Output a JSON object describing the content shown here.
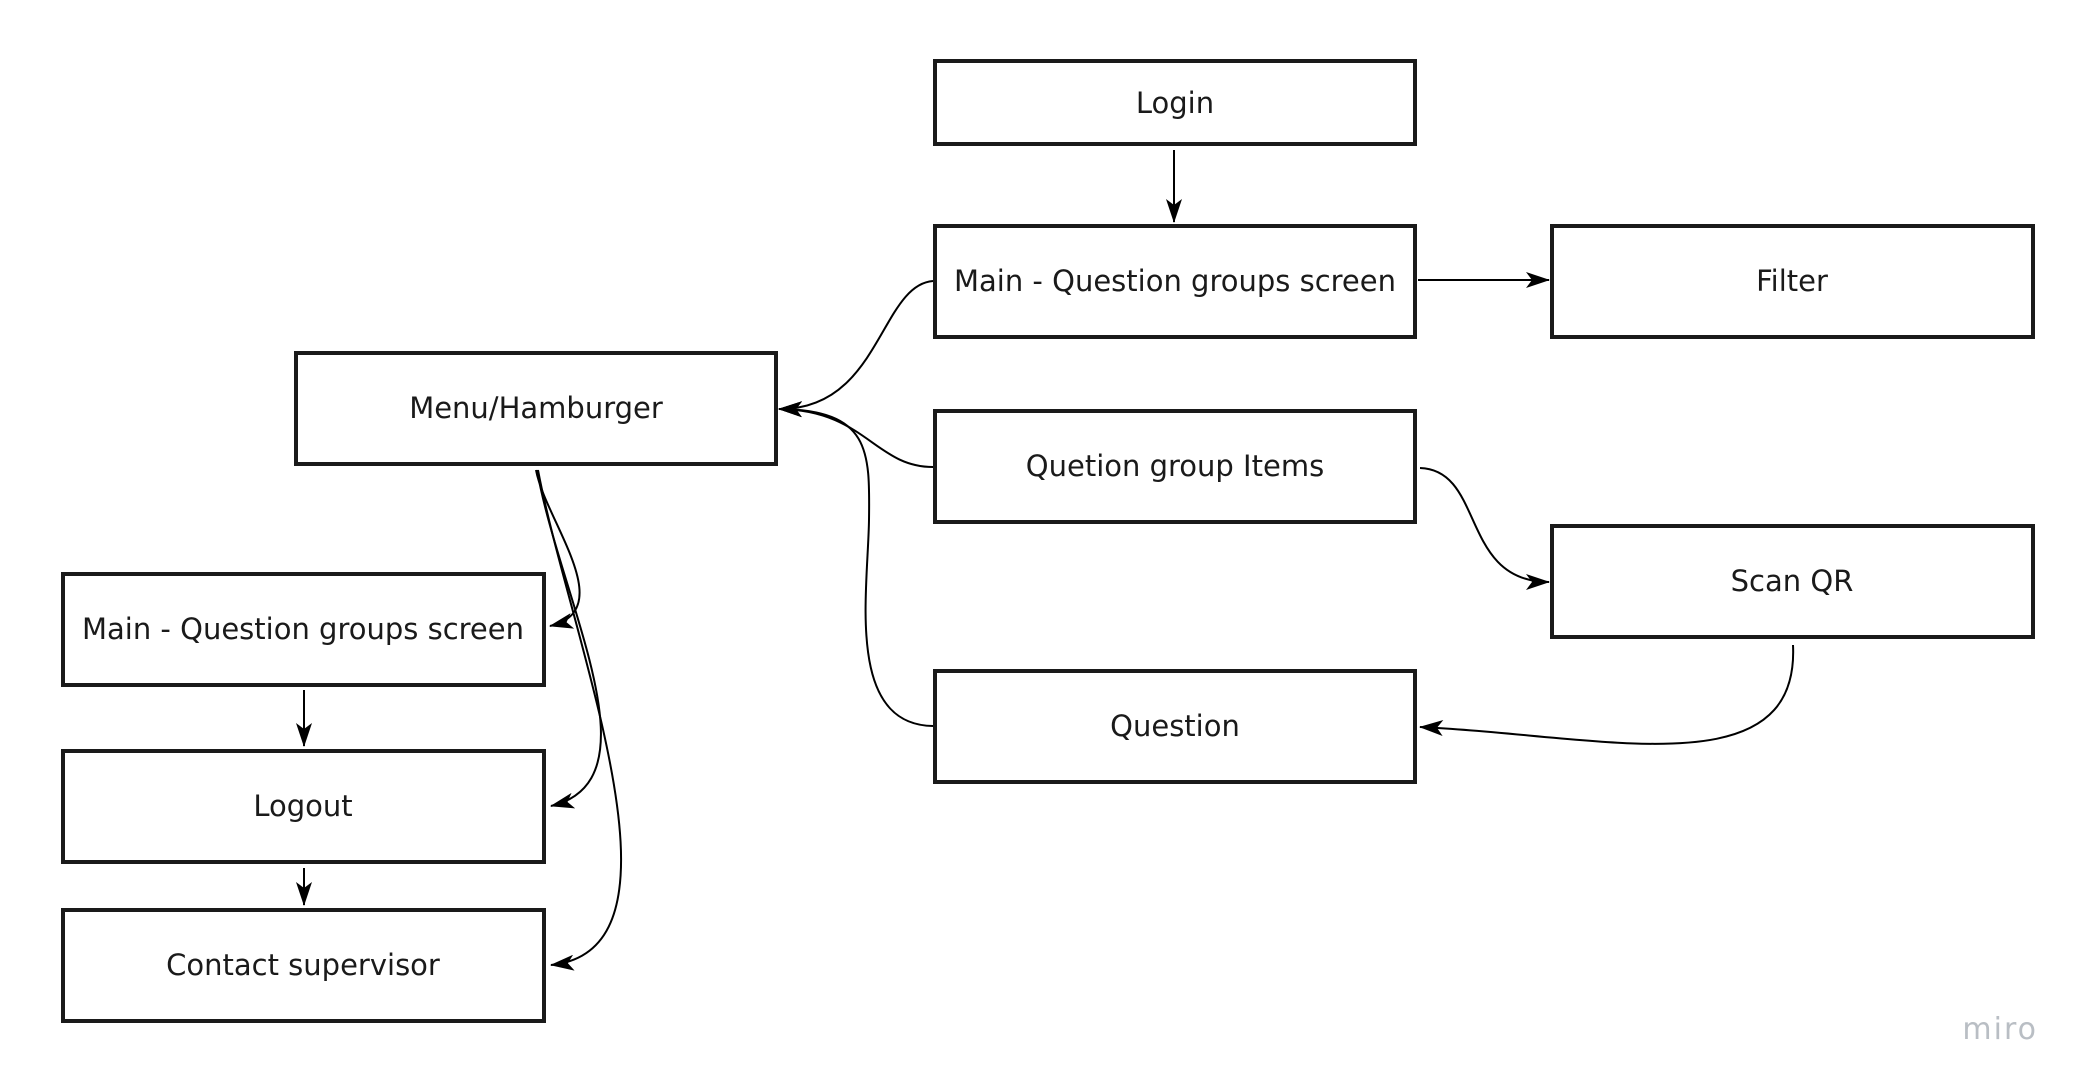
{
  "nodes": {
    "login": "Login",
    "main_questions_top": "Main - Question groups screen",
    "filter": "Filter",
    "menu": "Menu/Hamburger",
    "question_group_items": "Quetion group Items",
    "scan_qr": "Scan QR",
    "question": "Question",
    "main_questions_left": "Main - Question groups screen",
    "logout": "Logout",
    "contact_supervisor": "Contact supervisor"
  },
  "edges": [
    {
      "from": "login",
      "to": "main_questions_top"
    },
    {
      "from": "main_questions_top",
      "to": "filter"
    },
    {
      "from": "main_questions_top",
      "to": "menu"
    },
    {
      "from": "question_group_items",
      "to": "menu"
    },
    {
      "from": "question",
      "to": "menu"
    },
    {
      "from": "question_group_items",
      "to": "scan_qr"
    },
    {
      "from": "scan_qr",
      "to": "question"
    },
    {
      "from": "menu",
      "to": "main_questions_left"
    },
    {
      "from": "menu",
      "to": "logout"
    },
    {
      "from": "menu",
      "to": "contact_supervisor"
    },
    {
      "from": "main_questions_left",
      "to": "logout"
    },
    {
      "from": "logout",
      "to": "contact_supervisor"
    }
  ],
  "watermark": "miro",
  "colors": {
    "stroke": "#1a1a1a",
    "text": "#1a1a1a",
    "watermark": "#b9bec4",
    "background": "#ffffff"
  }
}
